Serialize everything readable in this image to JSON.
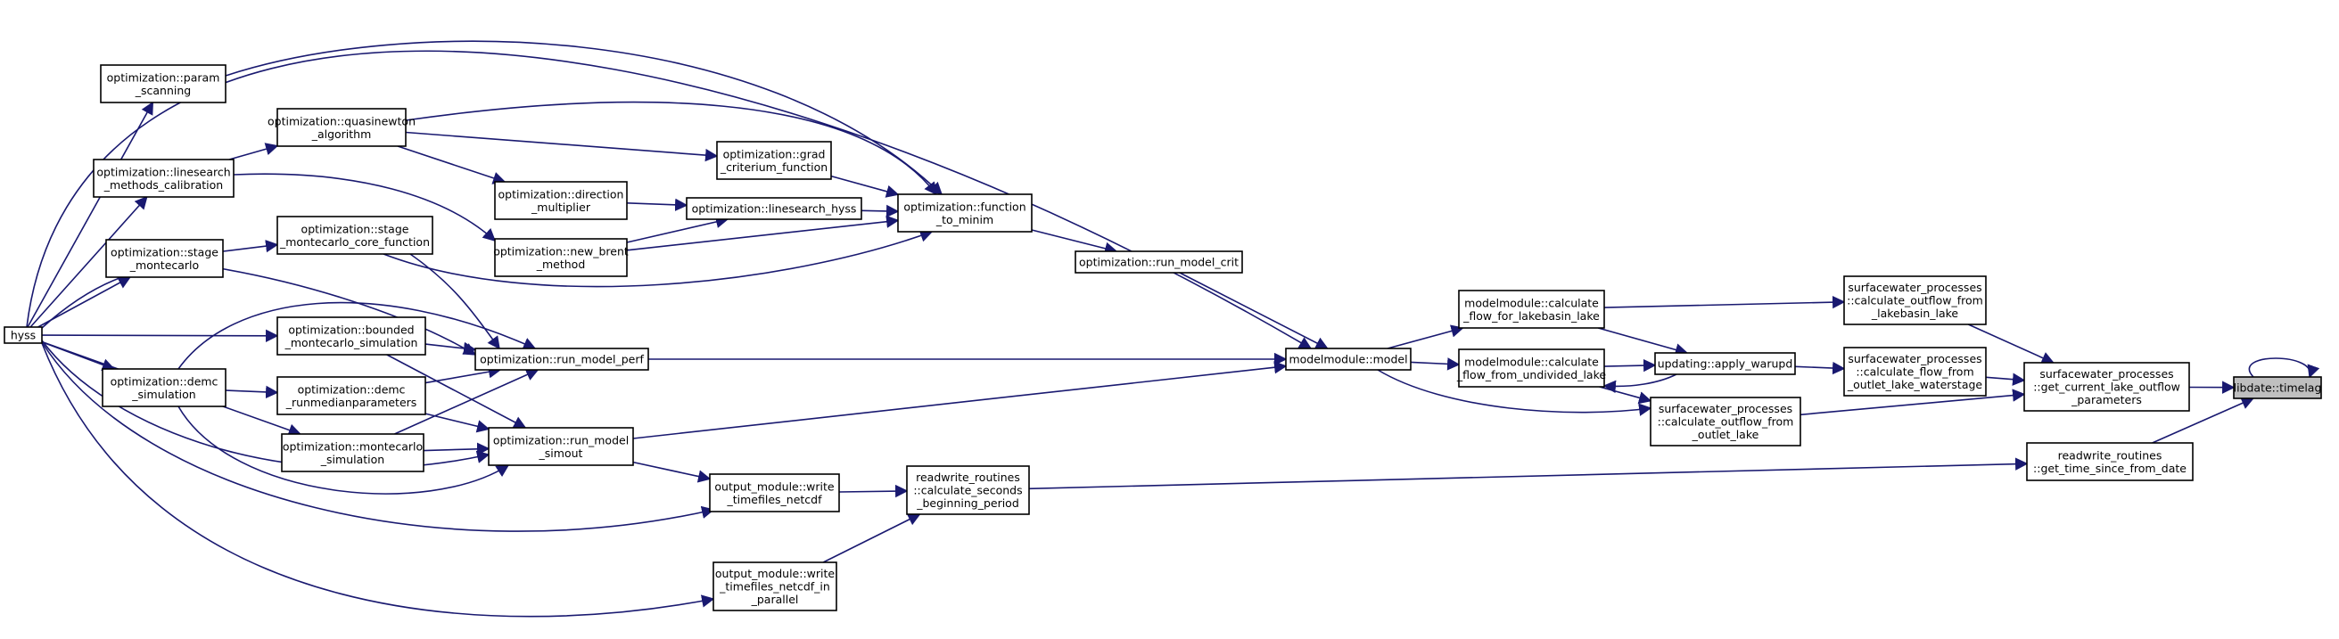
{
  "graph": {
    "edge_color": "#191970",
    "highlight_fill": "#bfbfbf",
    "nodes": {
      "hyss": [
        "hyss"
      ],
      "param_scanning": [
        "optimization::param",
        "_scanning"
      ],
      "linesearch_calib": [
        "optimization::linesearch",
        "_methods_calibration"
      ],
      "stage_montecarlo": [
        "optimization::stage",
        "_montecarlo"
      ],
      "demc_simulation": [
        "optimization::demc",
        "_simulation"
      ],
      "quasinewton": [
        "optimization::quasinewton",
        "_algorithm"
      ],
      "direction_mult": [
        "optimization::direction",
        "_multiplier"
      ],
      "new_brent": [
        "optimization::new_brent",
        "_method"
      ],
      "stage_mc_core": [
        "optimization::stage",
        "_montecarlo_core_function"
      ],
      "bounded_mc": [
        "optimization::bounded",
        "_montecarlo_simulation"
      ],
      "demc_runmedian": [
        "optimization::demc",
        "_runmedianparameters"
      ],
      "montecarlo_sim": [
        "optimization::montecarlo",
        "_simulation"
      ],
      "grad_criterium": [
        "optimization::grad",
        "_criterium_function"
      ],
      "linesearch_hyss": [
        "optimization::linesearch_hyss"
      ],
      "function_to_minim": [
        "optimization::function",
        "_to_minim"
      ],
      "run_model_perf": [
        "optimization::run_model_perf"
      ],
      "run_model_simout": [
        "optimization::run_model",
        "_simout"
      ],
      "run_model_crit": [
        "optimization::run_model_crit"
      ],
      "write_timefiles_netcdf": [
        "output_module::write",
        "_timefiles_netcdf"
      ],
      "write_timefiles_parallel": [
        "output_module::write",
        "_timefiles_netcdf_in",
        "_parallel"
      ],
      "calc_seconds": [
        "readwrite_routines",
        "::calculate_seconds",
        "_beginning_period"
      ],
      "modelmodule_model": [
        "modelmodule::model"
      ],
      "calc_flow_lakebasin": [
        "modelmodule::calculate",
        "_flow_for_lakebasin_lake"
      ],
      "calc_flow_undivided": [
        "modelmodule::calculate",
        "_flow_from_undivided_lake"
      ],
      "apply_warupd": [
        "updating::apply_warupd"
      ],
      "sw_outflow_outlet": [
        "surfacewater_processes",
        "::calculate_outflow_from",
        "_outlet_lake"
      ],
      "sw_outflow_lakebasin": [
        "surfacewater_processes",
        "::calculate_outflow_from",
        "_lakebasin_lake"
      ],
      "sw_flow_outlet_waterstage": [
        "surfacewater_processes",
        "::calculate_flow_from",
        "_outlet_lake_waterstage"
      ],
      "sw_current_lake_outflow": [
        "surfacewater_processes",
        "::get_current_lake_outflow",
        "_parameters"
      ],
      "get_time_since": [
        "readwrite_routines",
        "::get_time_since_from_date"
      ],
      "timelag": [
        "libdate::timelag"
      ]
    }
  }
}
